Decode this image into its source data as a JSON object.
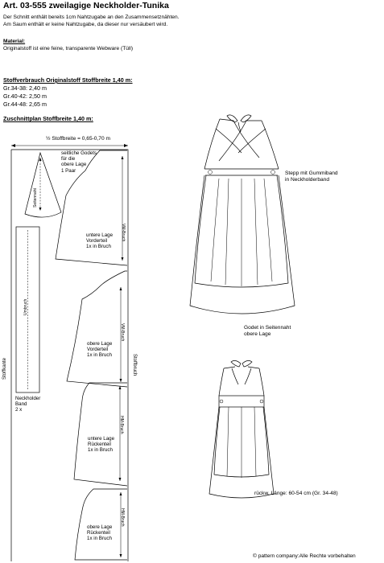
{
  "title": "Art. 03-555 zweilagige Neckholder-Tunika",
  "intro": [
    "Der Schnitt enthält bereits 1cm Nahtzugabe an den Zusammensetznähten.",
    "Am Saum enthält er keine Nahtzugabe, da dieser nur versäubert wird."
  ],
  "material": {
    "heading": "Material:",
    "text": "Originalstoff ist eine feine, transparente Webware (Tüll)"
  },
  "fabric_usage": {
    "heading": "Stoffverbrauch Originalstoff Stoffbreite 1,40 m:",
    "rows": [
      "Gr.34-38: 2,40 m",
      "Gr.40-42: 2,50 m",
      "Gr.44-48: 2,65 m"
    ]
  },
  "cutting_plan": {
    "heading": "Zuschnittplan Stoffbreite 1,40 m:",
    "half_width": "½ Stoffbreite = 0,65-0,70 m",
    "selvedge": "Stoffkante",
    "fold": "Stoffbruch",
    "pieces": {
      "godet": "seitliche Godets\nfür die\nobere Lage\n1 Paar",
      "godet_line": "Seitennaht",
      "neckholder": "Neckholder\nBand\n2 x",
      "neckholder_line": "Umbruch",
      "front_lower": "untere Lage\nVorderteil\n1x in Bruch",
      "front_upper": "obere Lage\nVorderteil\n1x in Bruch",
      "back_lower": "untere Lage\nRückenteil\n1x in Bruch",
      "back_upper": "obere Lage\nRückenteil\n1x in Bruch",
      "mid_front": "VM-Bruch",
      "mid_back": "HM-Bruch"
    }
  },
  "annotations": {
    "neckholder_stitch": "Stepp mit Gummiband\nin Neckholderband",
    "godet_note": "Godet in Seitennaht\nobere Lage",
    "back_length": "rückw. Länge: 60-54 cm (Gr. 34-48)"
  },
  "footer": {
    "copyright": "© pattern company:",
    "rights": "Alle Rechte vorbehalten"
  }
}
